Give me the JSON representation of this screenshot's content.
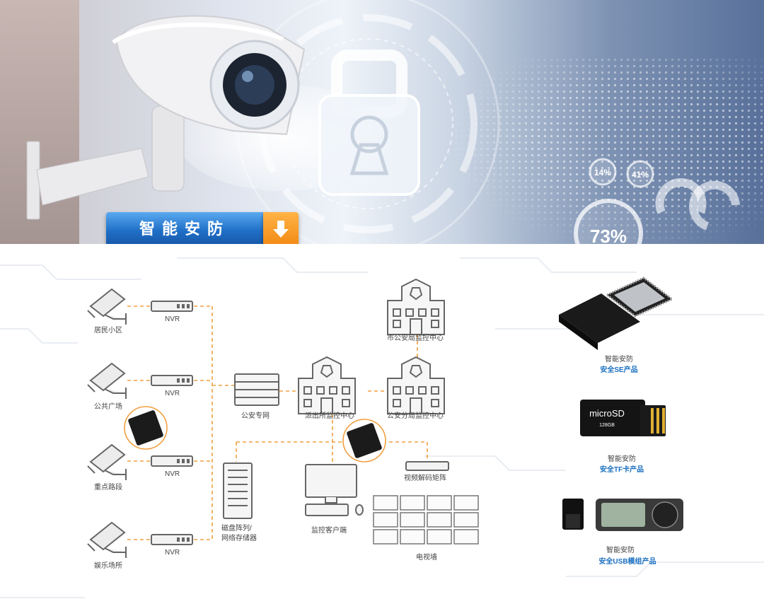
{
  "banner": {
    "title": "智能安防"
  },
  "hero_stats": [
    "14%",
    "41%",
    "73%"
  ],
  "sites": [
    {
      "label": "居民小区",
      "device": "NVR"
    },
    {
      "label": "公共广场",
      "device": "NVR"
    },
    {
      "label": "重点路段",
      "device": "NVR"
    },
    {
      "label": "娱乐场所",
      "device": "NVR"
    }
  ],
  "network": {
    "public_net": "公安专网",
    "police_station": "派出所监控中心",
    "sub_bureau": "公安分局监控中心",
    "city_bureau": "市公安局监控中心",
    "storage_line1": "磁盘阵列/",
    "storage_line2": "网络存储器",
    "client": "监控客户端",
    "decoder": "视频解码矩阵",
    "tv_wall": "电视墙"
  },
  "products": [
    {
      "line1": "智能安防",
      "line2": "安全SE产品"
    },
    {
      "line1": "智能安防",
      "line2": "安全TF卡产品",
      "card_brand": "microSD",
      "card_capacity": "128GB"
    },
    {
      "line1": "智能安防",
      "line2": "安全USB模组产品"
    }
  ],
  "colors": {
    "accent_orange": "#f0a040",
    "product_blue": "#1a6fc0",
    "banner_blue": "#1f6fc8"
  }
}
